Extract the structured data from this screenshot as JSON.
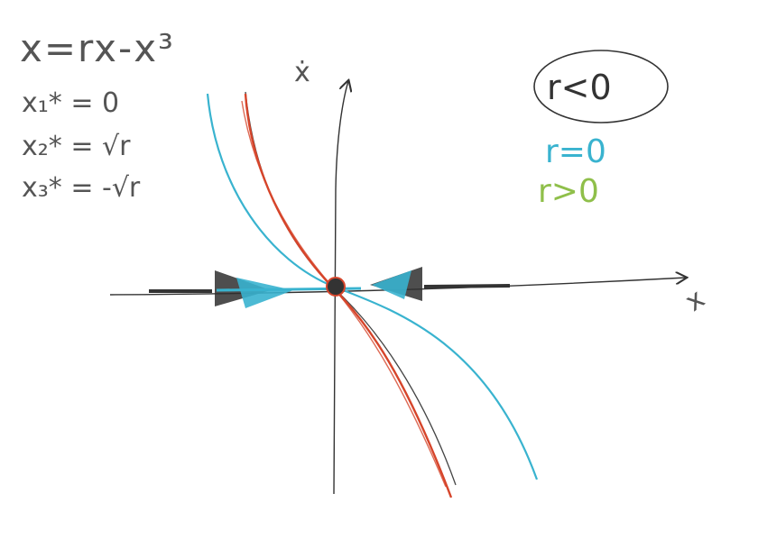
{
  "equation": "x=rx-x³",
  "fixed_points": [
    {
      "lhs": "x₁* = 0"
    },
    {
      "lhs": "x₂* = √r"
    },
    {
      "lhs": "x₃* = -√r"
    }
  ],
  "axes": {
    "vertical_label": "ẋ",
    "horizontal_label": "x"
  },
  "legend": [
    {
      "text": "r<0",
      "color": "#222222",
      "circled": true
    },
    {
      "text": "r=0",
      "color": "#39b3cf",
      "circled": false
    },
    {
      "text": "r>0",
      "color": "#8fbf4a",
      "circled": false
    }
  ],
  "colors": {
    "black_curve": "#333333",
    "red_curve": "#d6452b",
    "cyan_curve": "#39b3cf",
    "axis": "#333333"
  },
  "icons": [
    "arrowhead-icon",
    "fixed-point-dot-icon"
  ]
}
